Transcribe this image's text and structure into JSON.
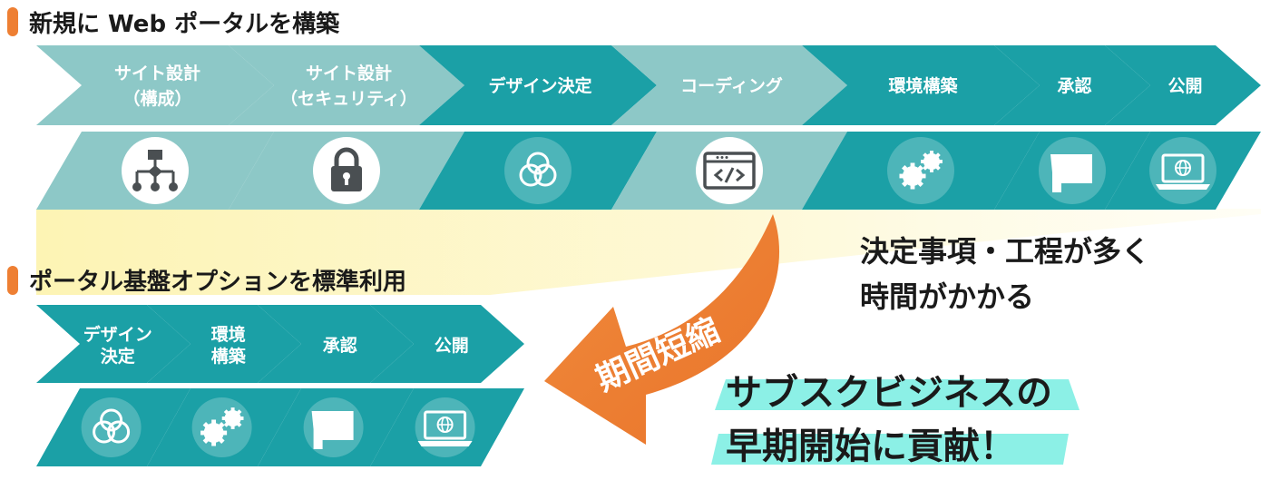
{
  "colors": {
    "teal": "#1ba0a6",
    "light_teal": "#8dc8c7",
    "orange": "#ee7f33",
    "highlight": "#8cf0e6",
    "band_yellow": "#fdf3b0"
  },
  "current": {
    "title": "新規に Web ポータルを構築",
    "steps": [
      {
        "lines": [
          "サイト設計",
          "（構成）"
        ],
        "icon": "sitemap-icon",
        "shade": "light"
      },
      {
        "lines": [
          "サイト設計",
          "（セキュリティ）"
        ],
        "icon": "lock-icon",
        "shade": "light"
      },
      {
        "lines": [
          "デザイン決定"
        ],
        "icon": "color-circles-icon",
        "shade": "dark"
      },
      {
        "lines": [
          "コーディング"
        ],
        "icon": "code-window-icon",
        "shade": "light"
      },
      {
        "lines": [
          "環境構築"
        ],
        "icon": "gears-icon",
        "shade": "dark"
      },
      {
        "lines": [
          "承認"
        ],
        "icon": "approval-stamp-icon",
        "shade": "dark"
      },
      {
        "lines": [
          "公開"
        ],
        "icon": "laptop-globe-icon",
        "shade": "dark"
      }
    ],
    "note_lines": [
      "決定事項・工程が多く",
      "時間がかかる"
    ]
  },
  "option": {
    "title": "ポータル基盤オプションを標準利用",
    "steps": [
      {
        "lines": [
          "デザイン",
          "決定"
        ],
        "icon": "color-circles-icon"
      },
      {
        "lines": [
          "環境",
          "構築"
        ],
        "icon": "gears-icon"
      },
      {
        "lines": [
          "承認"
        ],
        "icon": "approval-stamp-icon"
      },
      {
        "lines": [
          "公開"
        ],
        "icon": "laptop-globe-icon"
      }
    ]
  },
  "arrow_label": "期間短縮",
  "tagline_lines": [
    "サブスクビジネスの",
    "早期開始に貢献！"
  ]
}
